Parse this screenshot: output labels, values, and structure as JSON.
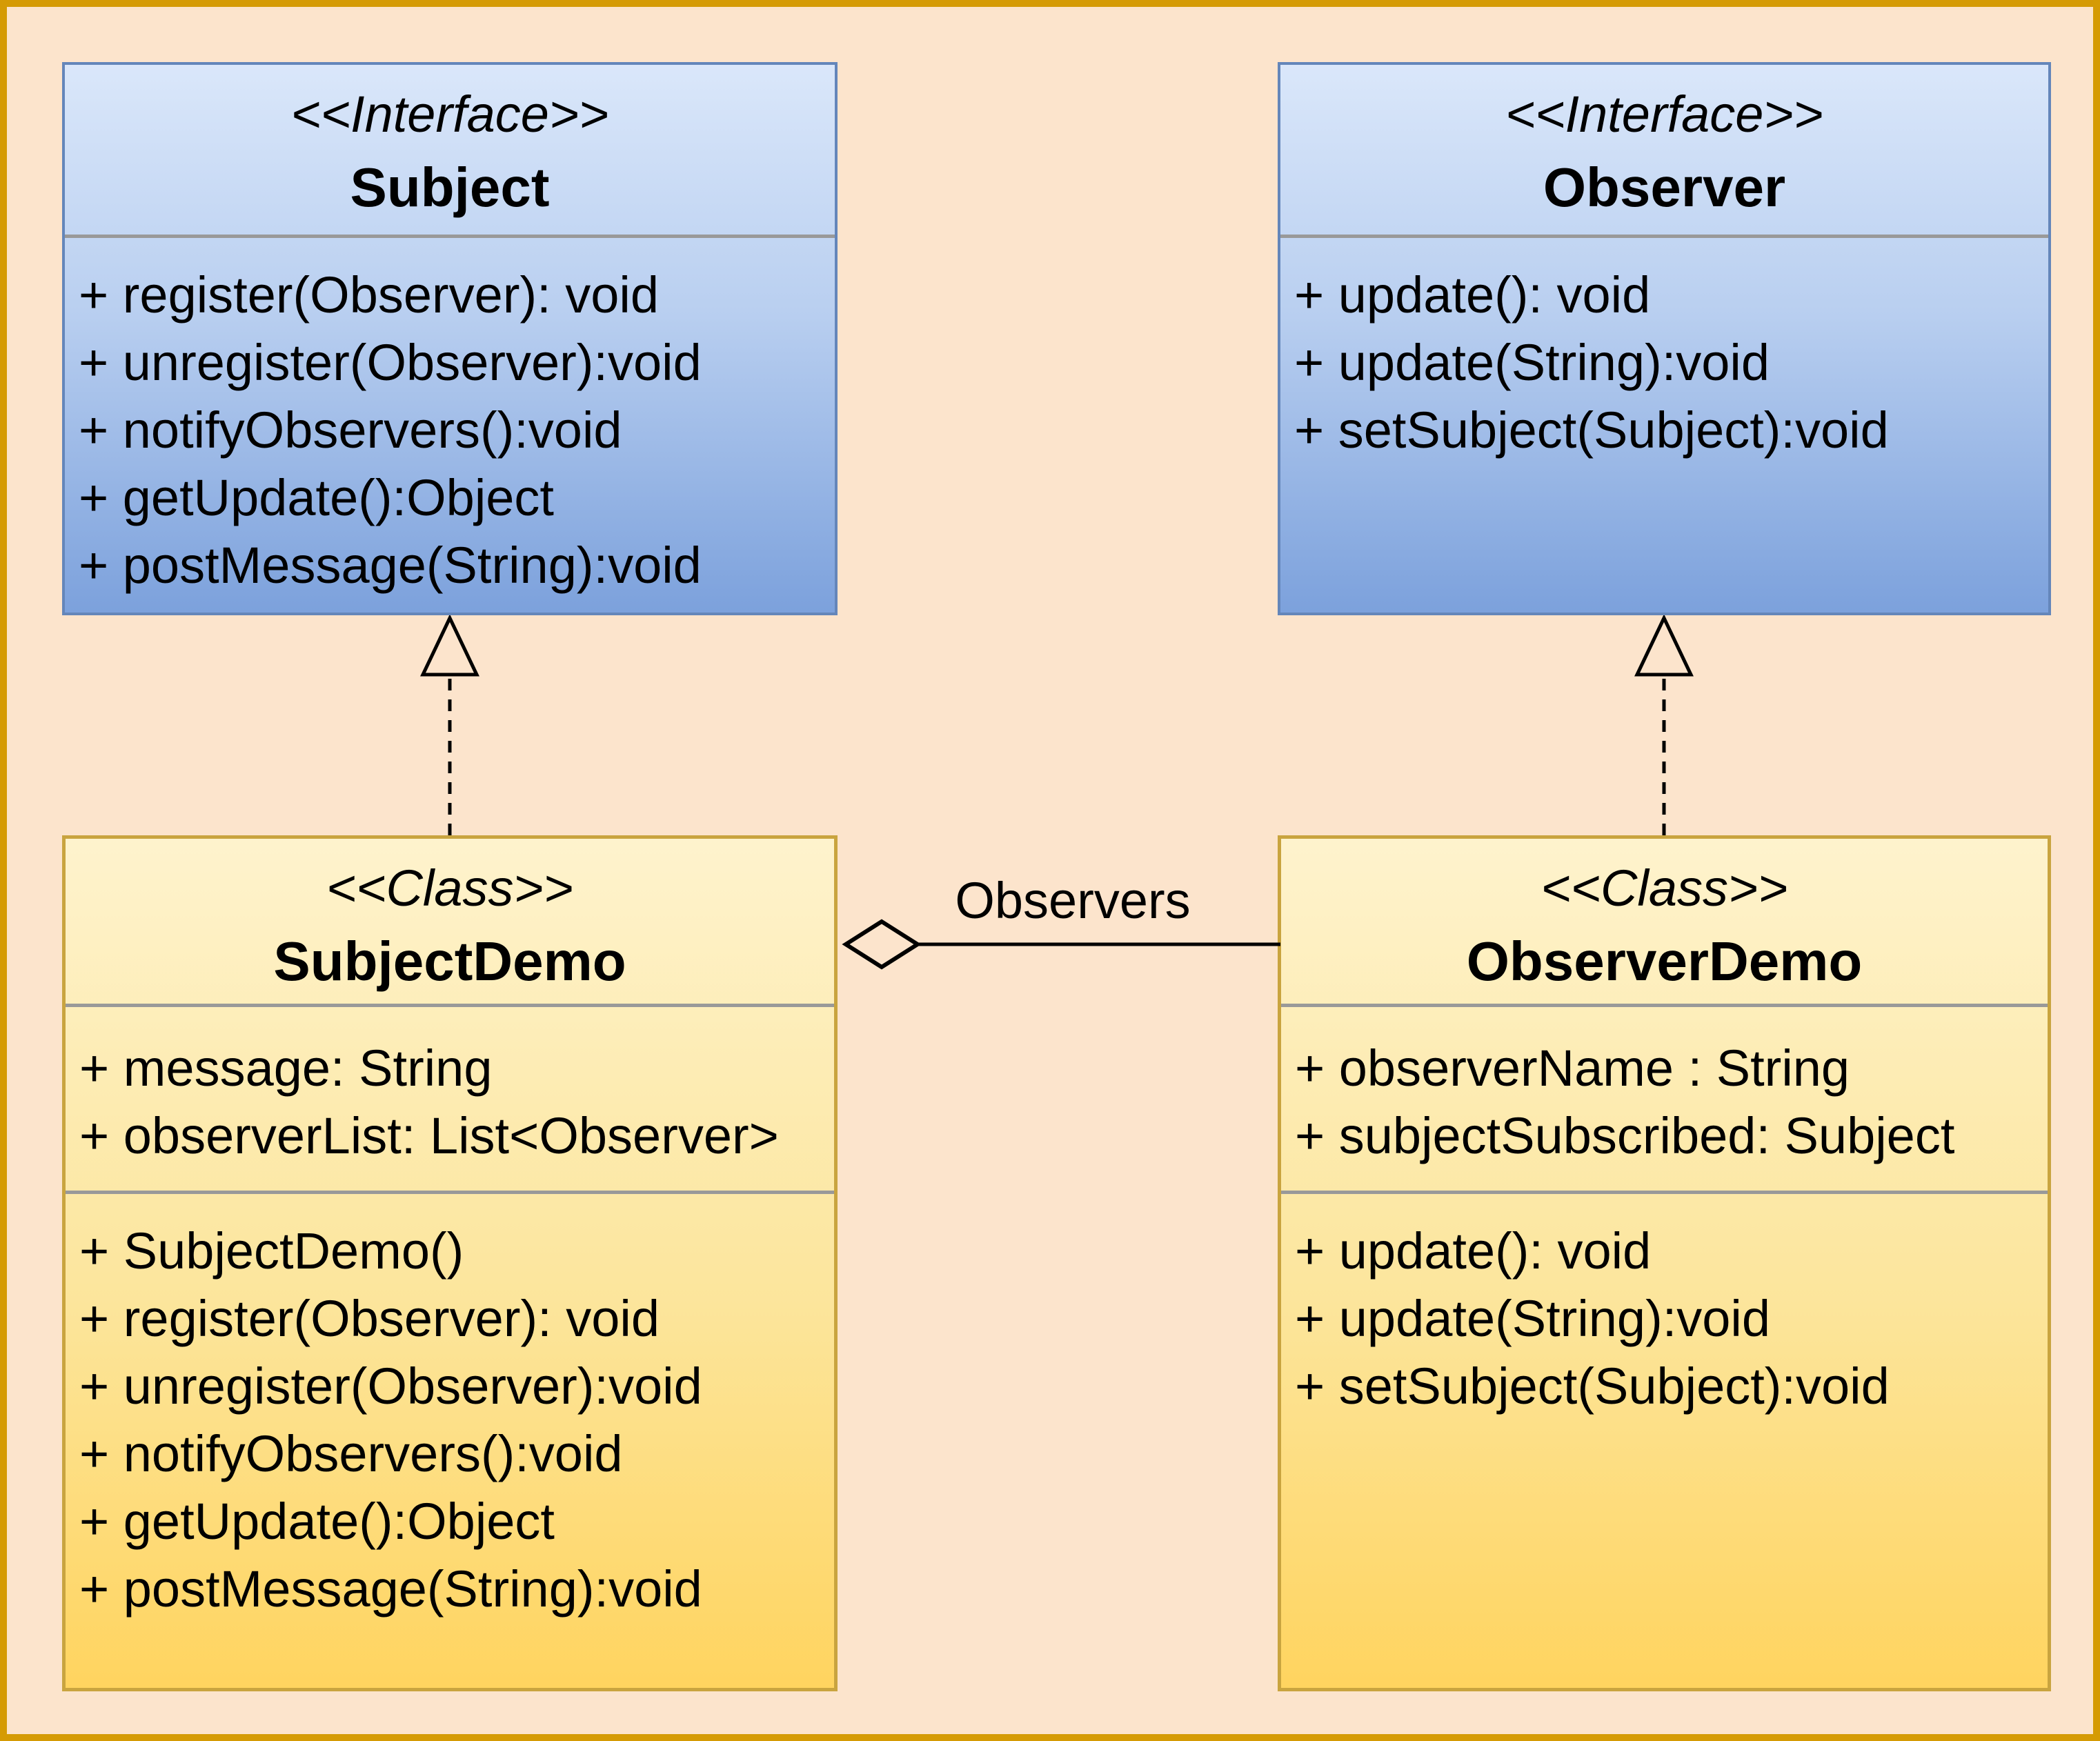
{
  "diagram": {
    "type": "uml-class-diagram",
    "pattern": "Observer pattern",
    "association_label": "Observers"
  },
  "colors": {
    "background": "#FCE4CC",
    "frame_border": "#D59B05",
    "interface_border": "#6486BA",
    "interface_fill_top": "#DAE7FA",
    "interface_fill_bottom": "#7CA1DC",
    "class_border": "#C9A43F",
    "class_fill_top": "#FEF3CD",
    "class_fill_bottom": "#FFD45F",
    "divider": "#999999",
    "connector": "#000000"
  },
  "classes": {
    "subject": {
      "stereotype": "<<Interface>>",
      "name": "Subject",
      "methods": [
        "+ register(Observer): void",
        "+ unregister(Observer):void",
        "+ notifyObservers():void",
        "+ getUpdate():Object",
        "+ postMessage(String):void"
      ]
    },
    "observer": {
      "stereotype": "<<Interface>>",
      "name": "Observer",
      "methods": [
        "+ update(): void",
        "+ update(String):void",
        "+ setSubject(Subject):void"
      ]
    },
    "subject_demo": {
      "stereotype": "<<Class>>",
      "name": "SubjectDemo",
      "attributes": [
        "+ message: String",
        "+ observerList: List<Observer>"
      ],
      "methods": [
        "+ SubjectDemo()",
        "+ register(Observer): void",
        "+ unregister(Observer):void",
        "+ notifyObservers():void",
        "+ getUpdate():Object",
        "+ postMessage(String):void"
      ]
    },
    "observer_demo": {
      "stereotype": "<<Class>>",
      "name": "ObserverDemo",
      "attributes": [
        "+ observerName : String",
        "+ subjectSubscribed: Subject"
      ],
      "methods": [
        "+ update(): void",
        "+ update(String):void",
        "+ setSubject(Subject):void"
      ]
    }
  },
  "relationships": [
    {
      "type": "realization",
      "from": "SubjectDemo",
      "to": "Subject"
    },
    {
      "type": "realization",
      "from": "ObserverDemo",
      "to": "Observer"
    },
    {
      "type": "aggregation",
      "from": "SubjectDemo",
      "to": "ObserverDemo",
      "label": "Observers"
    }
  ]
}
